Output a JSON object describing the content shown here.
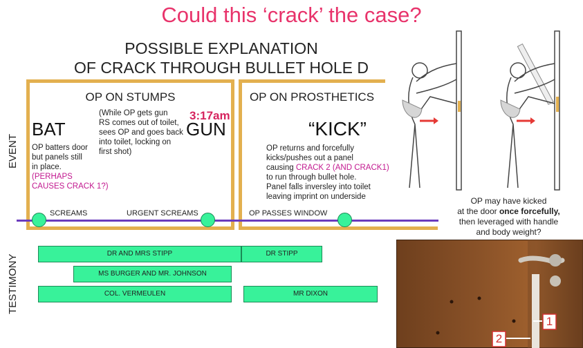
{
  "title": "Could this ‘crack’ the case?",
  "subtitle": [
    "POSSIBLE EXPLANATION",
    "OF CRACK THROUGH BULLET HOLE D"
  ],
  "side_labels": {
    "event": "EVENT",
    "testimony": "TESTIMONY"
  },
  "stumps": {
    "heading": "OP ON STUMPS",
    "bat": "BAT",
    "bat_text": [
      "OP batters door",
      "but panels still",
      "in place."
    ],
    "bat_note": [
      "(PERHAPS",
      "CAUSES CRACK 1?)"
    ],
    "gun_text": [
      "(While OP gets gun",
      "RS comes out of toilet,",
      "sees OP and goes back",
      "into toilet, locking on",
      "first shot)"
    ],
    "time": "3:17am",
    "gun": "GUN"
  },
  "prosthetics": {
    "heading": "OP ON PROSTHETICS",
    "kick": "“KICK”",
    "line1": "OP returns and forcefully",
    "line2": "kicks/pushes out a panel",
    "line3_pre": "causing ",
    "line3_hl": "CRACK 2 (AND CRACK1)",
    "line4": "to run through bullet hole.",
    "line5": "Panel falls inversley into toilet",
    "line6": "leaving imprint on underside"
  },
  "timeline": {
    "screams": "SCREAMS",
    "urgent": "URGENT SCREAMS",
    "passes": "OP PASSES WINDOW"
  },
  "testimony": [
    "DR AND MRS STIPP",
    "DR STIPP",
    "MS BURGER AND MR. JOHNSON",
    "COL. VERMEULEN",
    "MR DIXON"
  ],
  "caption": {
    "l1": "OP may have kicked",
    "l2_pre": "at the door ",
    "l2_bold": "once forcefully,",
    "l3": "then leveraged with handle",
    "l4": "and body weight?"
  },
  "photo_markers": {
    "m1": "1",
    "m2": "2"
  },
  "colors": {
    "panel": "#e3b04f",
    "timeline": "#6a3bbd",
    "node": "#38f29a",
    "title": "#e8336b",
    "highlight": "#c2188f"
  }
}
